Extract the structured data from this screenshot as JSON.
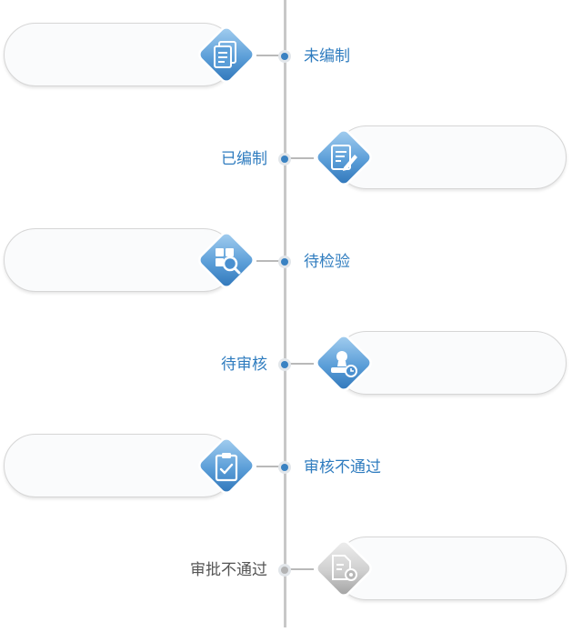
{
  "colors": {
    "active_blue": "#2f7cbf",
    "inactive_gray": "#555555",
    "line_gray": "#c8c8c8"
  },
  "steps": [
    {
      "label": "未编制",
      "icon": "documents-icon",
      "state": "active"
    },
    {
      "label": "已编制",
      "icon": "edit-document-icon",
      "state": "active"
    },
    {
      "label": "待检验",
      "icon": "inspect-search-icon",
      "state": "active"
    },
    {
      "label": "待审核",
      "icon": "stamp-clock-icon",
      "state": "active"
    },
    {
      "label": "审核不通过",
      "icon": "clipboard-check-icon",
      "state": "active"
    },
    {
      "label": "审批不通过",
      "icon": "document-gear-icon",
      "state": "inactive"
    }
  ]
}
